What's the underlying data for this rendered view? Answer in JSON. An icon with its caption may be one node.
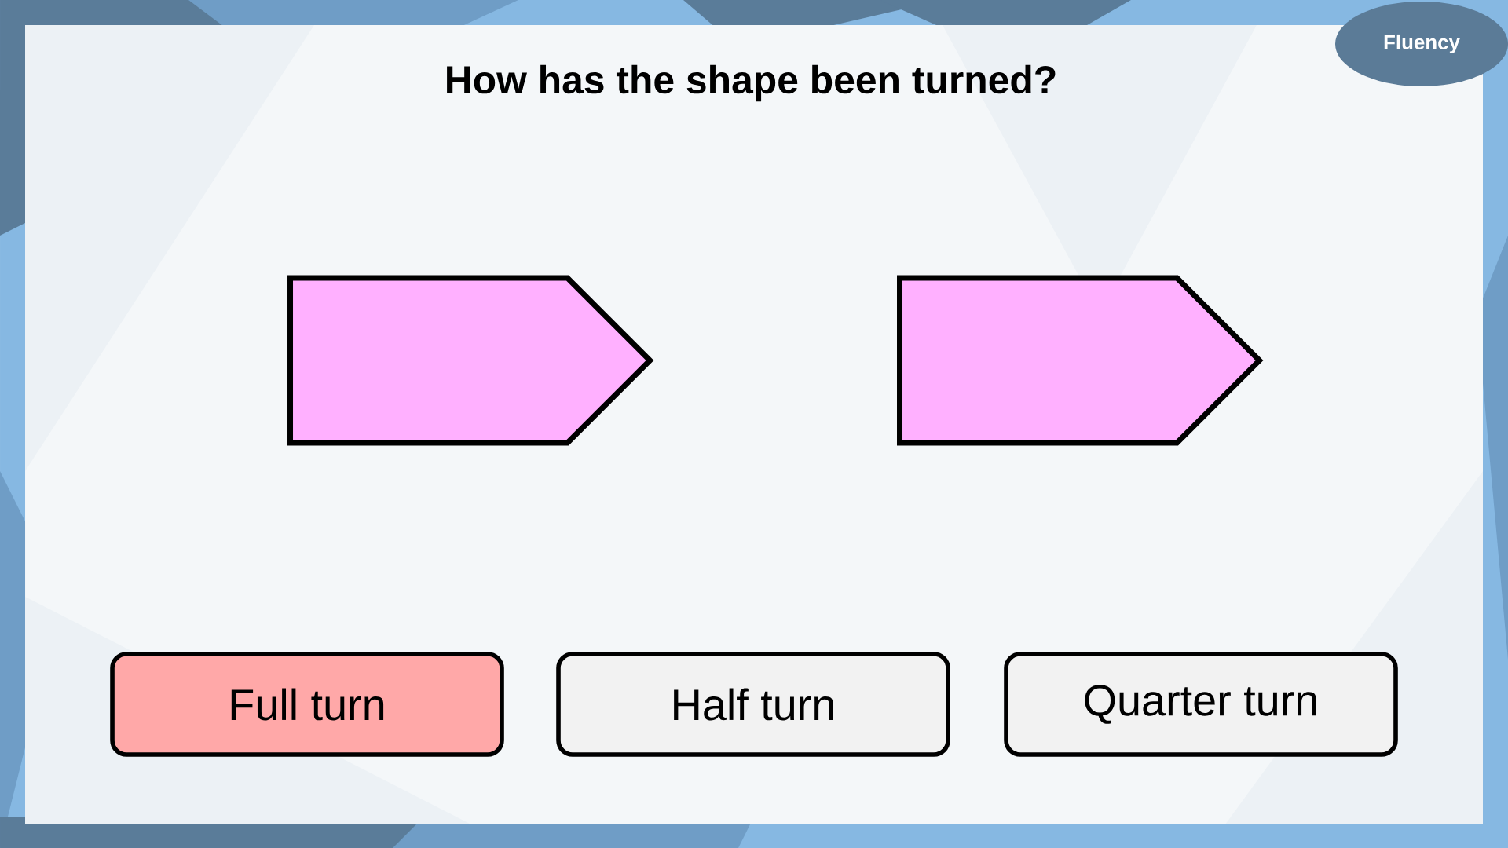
{
  "diagram": {
    "title": "How has the shape been turned?",
    "nodes": [
      {
        "text": [
          "Fluency"
        ]
      },
      {
        "text": [],
        "shape": "pentagon"
      },
      {
        "text": [],
        "shape": "pentagon"
      },
      {
        "text": [
          "Full turn"
        ]
      },
      {
        "text": [
          "Half turn"
        ]
      },
      {
        "text": [
          "Quarter turn"
        ]
      }
    ]
  }
}
